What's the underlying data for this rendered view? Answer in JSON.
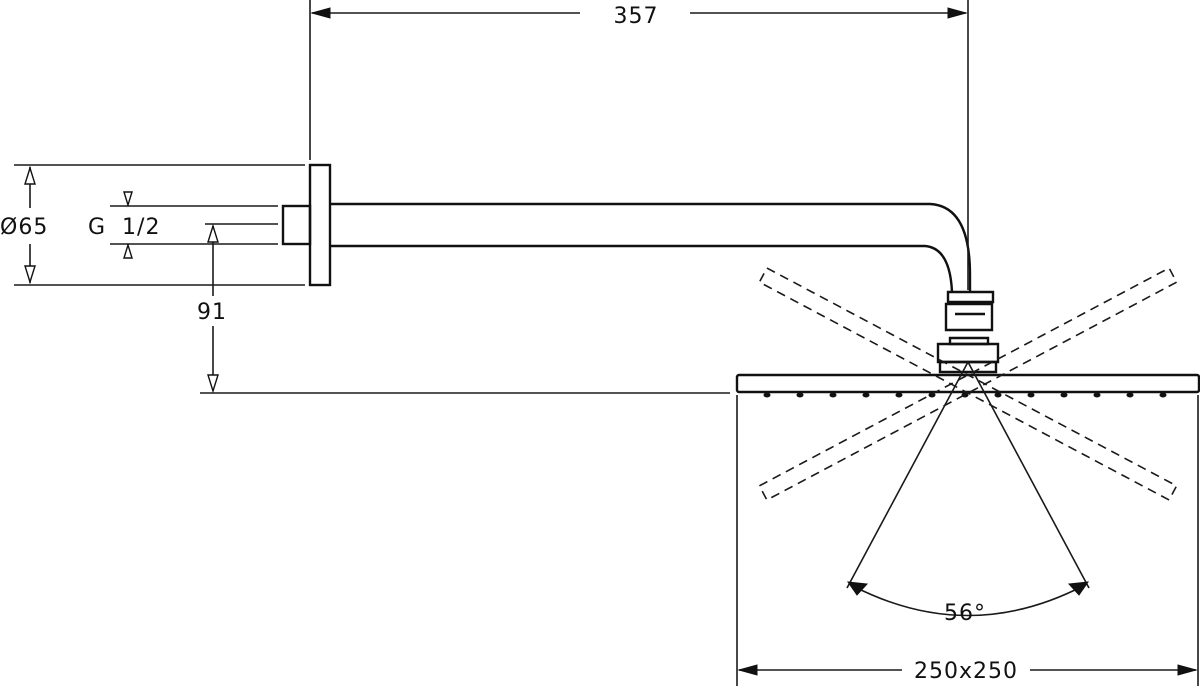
{
  "dimensions": {
    "arm_length": "357",
    "flange_diameter": "Ø65",
    "thread": "G  1/2",
    "drop_height": "91",
    "tilt_angle": "56°",
    "head_size": "250x250"
  },
  "colors": {
    "line": "#111111",
    "background": "#ffffff"
  }
}
